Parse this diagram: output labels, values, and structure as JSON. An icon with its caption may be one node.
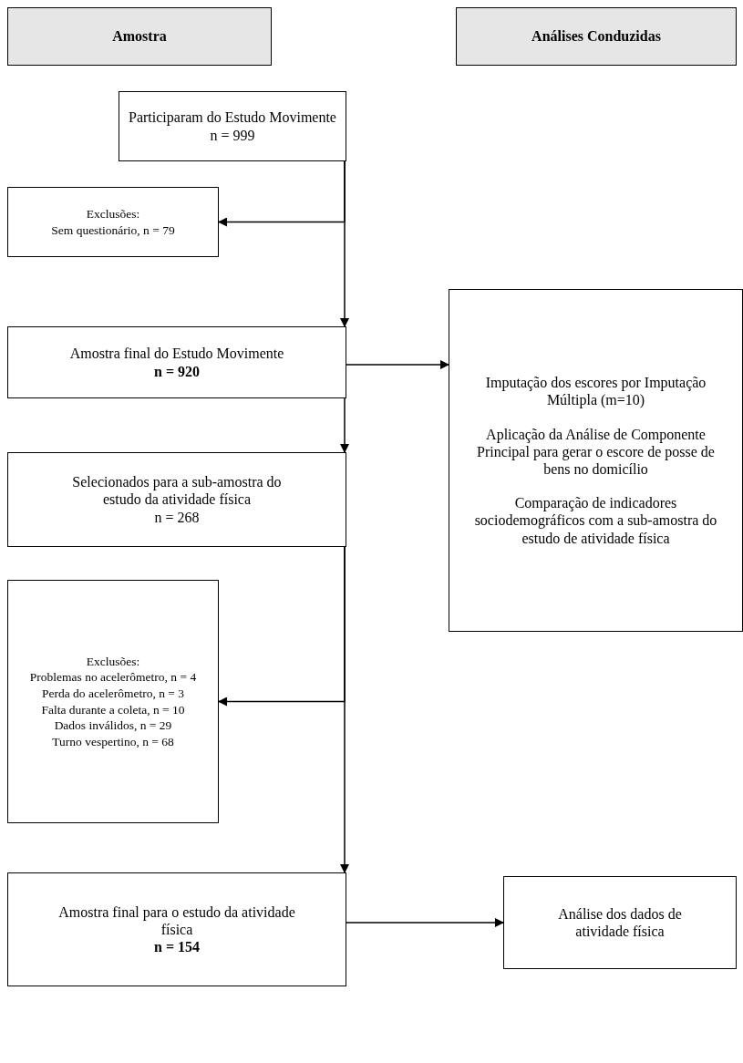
{
  "diagram": {
    "nodes": [
      {
        "text": [
          "Amostra"
        ]
      },
      {
        "text": [
          "Análises Conduzidas"
        ]
      },
      {
        "text": [
          "Participaram do Estudo Movimente",
          "n = 999"
        ]
      },
      {
        "text": [
          "Exclusões:",
          "Sem questionário, n = 79"
        ]
      },
      {
        "text": [
          "Amostra final do Estudo Movimente",
          "**n = 920**"
        ]
      },
      {
        "text": [
          "Imputação dos escores por Imputação Múltipla (m=10)",
          "Aplicação da Análise de Componente Principal para gerar o escore de posse de bens no domicílio",
          "Comparação de indicadores sociodemográficos com a sub-amostra do estudo de atividade física"
        ]
      },
      {
        "text": [
          "Selecionados para a sub-amostra do estudo da atividade física",
          "n = 268"
        ]
      },
      {
        "text": [
          "Exclusões:",
          "Problemas no acelerômetro, n = 4",
          "Perda do acelerômetro, n = 3",
          "Falta durante a coleta, n = 10",
          "Dados inválidos, n = 29",
          "Turno vespertino, n = 68"
        ]
      },
      {
        "text": [
          "Amostra final para o estudo da atividade física",
          "**n = 154**"
        ]
      },
      {
        "text": [
          "Análise dos dados de atividade física"
        ]
      }
    ],
    "edges": [
      {
        "from": 2,
        "to": 4,
        "arrow": "to"
      },
      {
        "from": 2,
        "to": 3,
        "arrow": "to"
      },
      {
        "from": 4,
        "to": 5,
        "arrow": "to"
      },
      {
        "from": 4,
        "to": 6,
        "arrow": "to"
      },
      {
        "from": 6,
        "to": 8,
        "arrow": "to"
      },
      {
        "from": 6,
        "to": 7,
        "arrow": "to"
      },
      {
        "from": 8,
        "to": 9,
        "arrow": "to"
      }
    ]
  }
}
